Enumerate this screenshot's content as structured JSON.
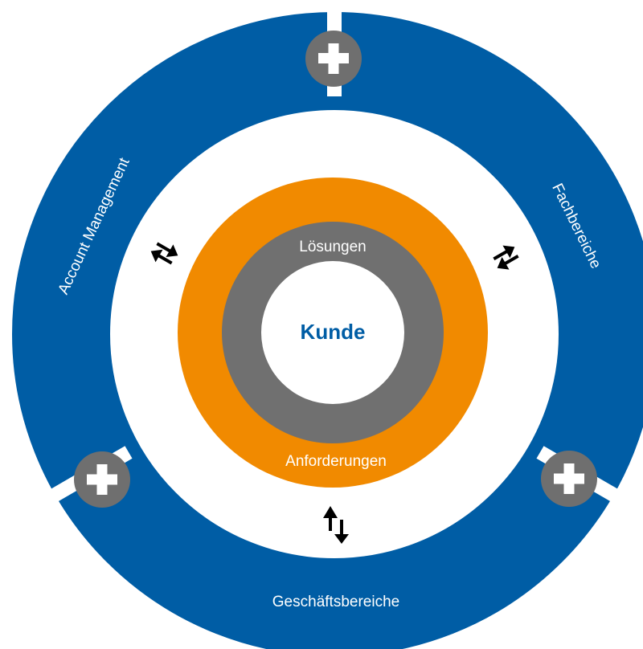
{
  "colors": {
    "segment_blue": "#005da5",
    "gap_white": "#ffffff",
    "ring_orange": "#f18a00",
    "ring_gray": "#707070",
    "plus_button_gray": "#6f6f6f",
    "center_text": "#005da5",
    "arrow_black": "#000000"
  },
  "segments": {
    "left": "Account Management",
    "right": "Fachbereiche",
    "bottom": "Geschäftsbereiche"
  },
  "rings": {
    "gray_label": "Lösungen",
    "orange_label": "Anforderungen"
  },
  "center": {
    "label": "Kunde"
  },
  "icons": {
    "add": "plus-icon",
    "exchange": "swap-arrows-icon"
  }
}
